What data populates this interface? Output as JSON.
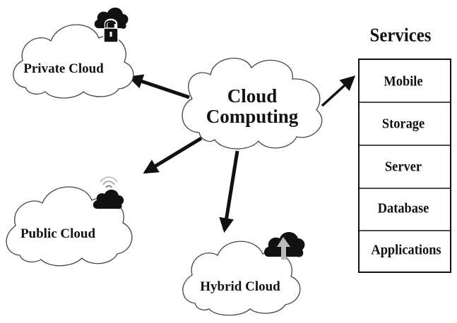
{
  "center": {
    "line1": "Cloud",
    "line2": "Computing"
  },
  "clouds": {
    "private": "Private Cloud",
    "public": "Public Cloud",
    "hybrid": "Hybrid Cloud"
  },
  "services": {
    "title": "Services",
    "items": [
      "Mobile",
      "Storage",
      "Server",
      "Database",
      "Applications"
    ]
  },
  "icons": {
    "private": "locked-cloud-icon",
    "public": "wireless-cloud-icon",
    "hybrid": "upload-cloud-icon"
  },
  "colors": {
    "ink": "#111111",
    "cloud_fill": "#ffffff",
    "icon_gray": "#bbbbbb"
  }
}
